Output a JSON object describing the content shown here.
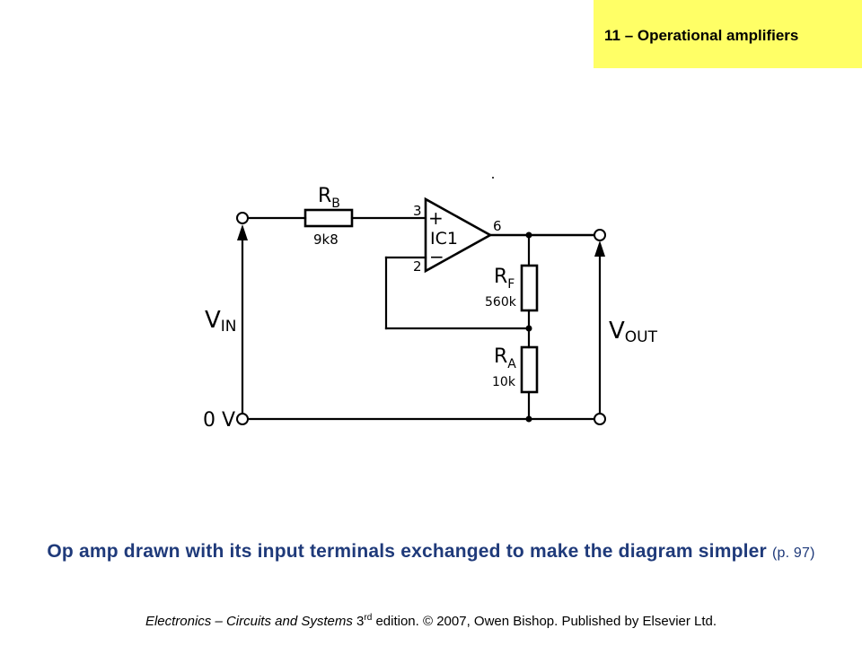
{
  "header": {
    "chapter": "11 – Operational amplifiers"
  },
  "circuit": {
    "resistors": {
      "rb": {
        "name": "R",
        "sub": "B",
        "value": "9k8"
      },
      "rf": {
        "name": "R",
        "sub": "F",
        "value": "560k"
      },
      "ra": {
        "name": "R",
        "sub": "A",
        "value": "10k"
      }
    },
    "opamp": {
      "name": "IC1",
      "pin_plus": "3",
      "pin_minus": "2",
      "pin_out": "6",
      "plus_sign": "+",
      "minus_sign": "−"
    },
    "vin": {
      "name": "V",
      "sub": "IN"
    },
    "vout": {
      "name": "V",
      "sub": "OUT"
    },
    "ground": "0 V"
  },
  "caption": {
    "main": "Op amp drawn with its input terminals exchanged to make the diagram simpler",
    "page_ref": "(p. 97)"
  },
  "footer": {
    "book_title": "Electronics – Circuits and Systems",
    "edition_num": "3",
    "edition_sup": "rd",
    "rest": " edition. © 2007, Owen Bishop. Published by Elsevier Ltd."
  }
}
